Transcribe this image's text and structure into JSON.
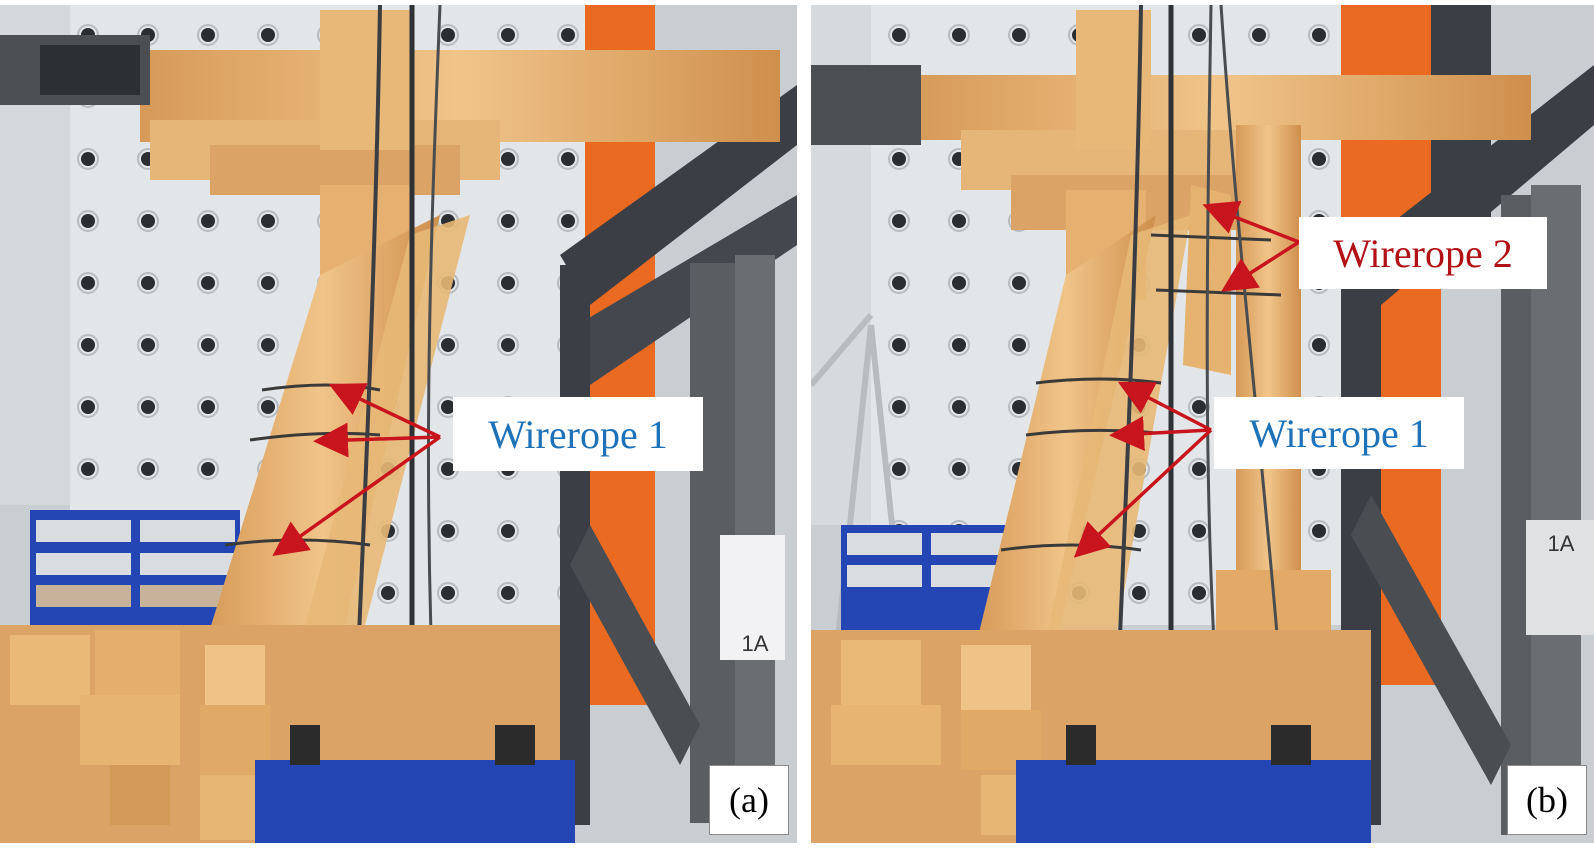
{
  "panels": [
    {
      "id": "a",
      "tag": "(a)",
      "callouts": [
        {
          "text": "Wirerope 1",
          "color": "#1e73b8"
        }
      ],
      "sign_text": "1A"
    },
    {
      "id": "b",
      "tag": "(b)",
      "callouts": [
        {
          "text": "Wirerope 2",
          "color": "#b01016"
        },
        {
          "text": "Wirerope 1",
          "color": "#1e73b8"
        }
      ],
      "sign_text": "1A"
    }
  ],
  "colors": {
    "arrow": "#c8141c",
    "timber": "#e2b071",
    "steel_dark": "#3b3e44",
    "orange_beam": "#ea6a22",
    "blue_base": "#2346b4",
    "wall": "#e3e6e8"
  }
}
